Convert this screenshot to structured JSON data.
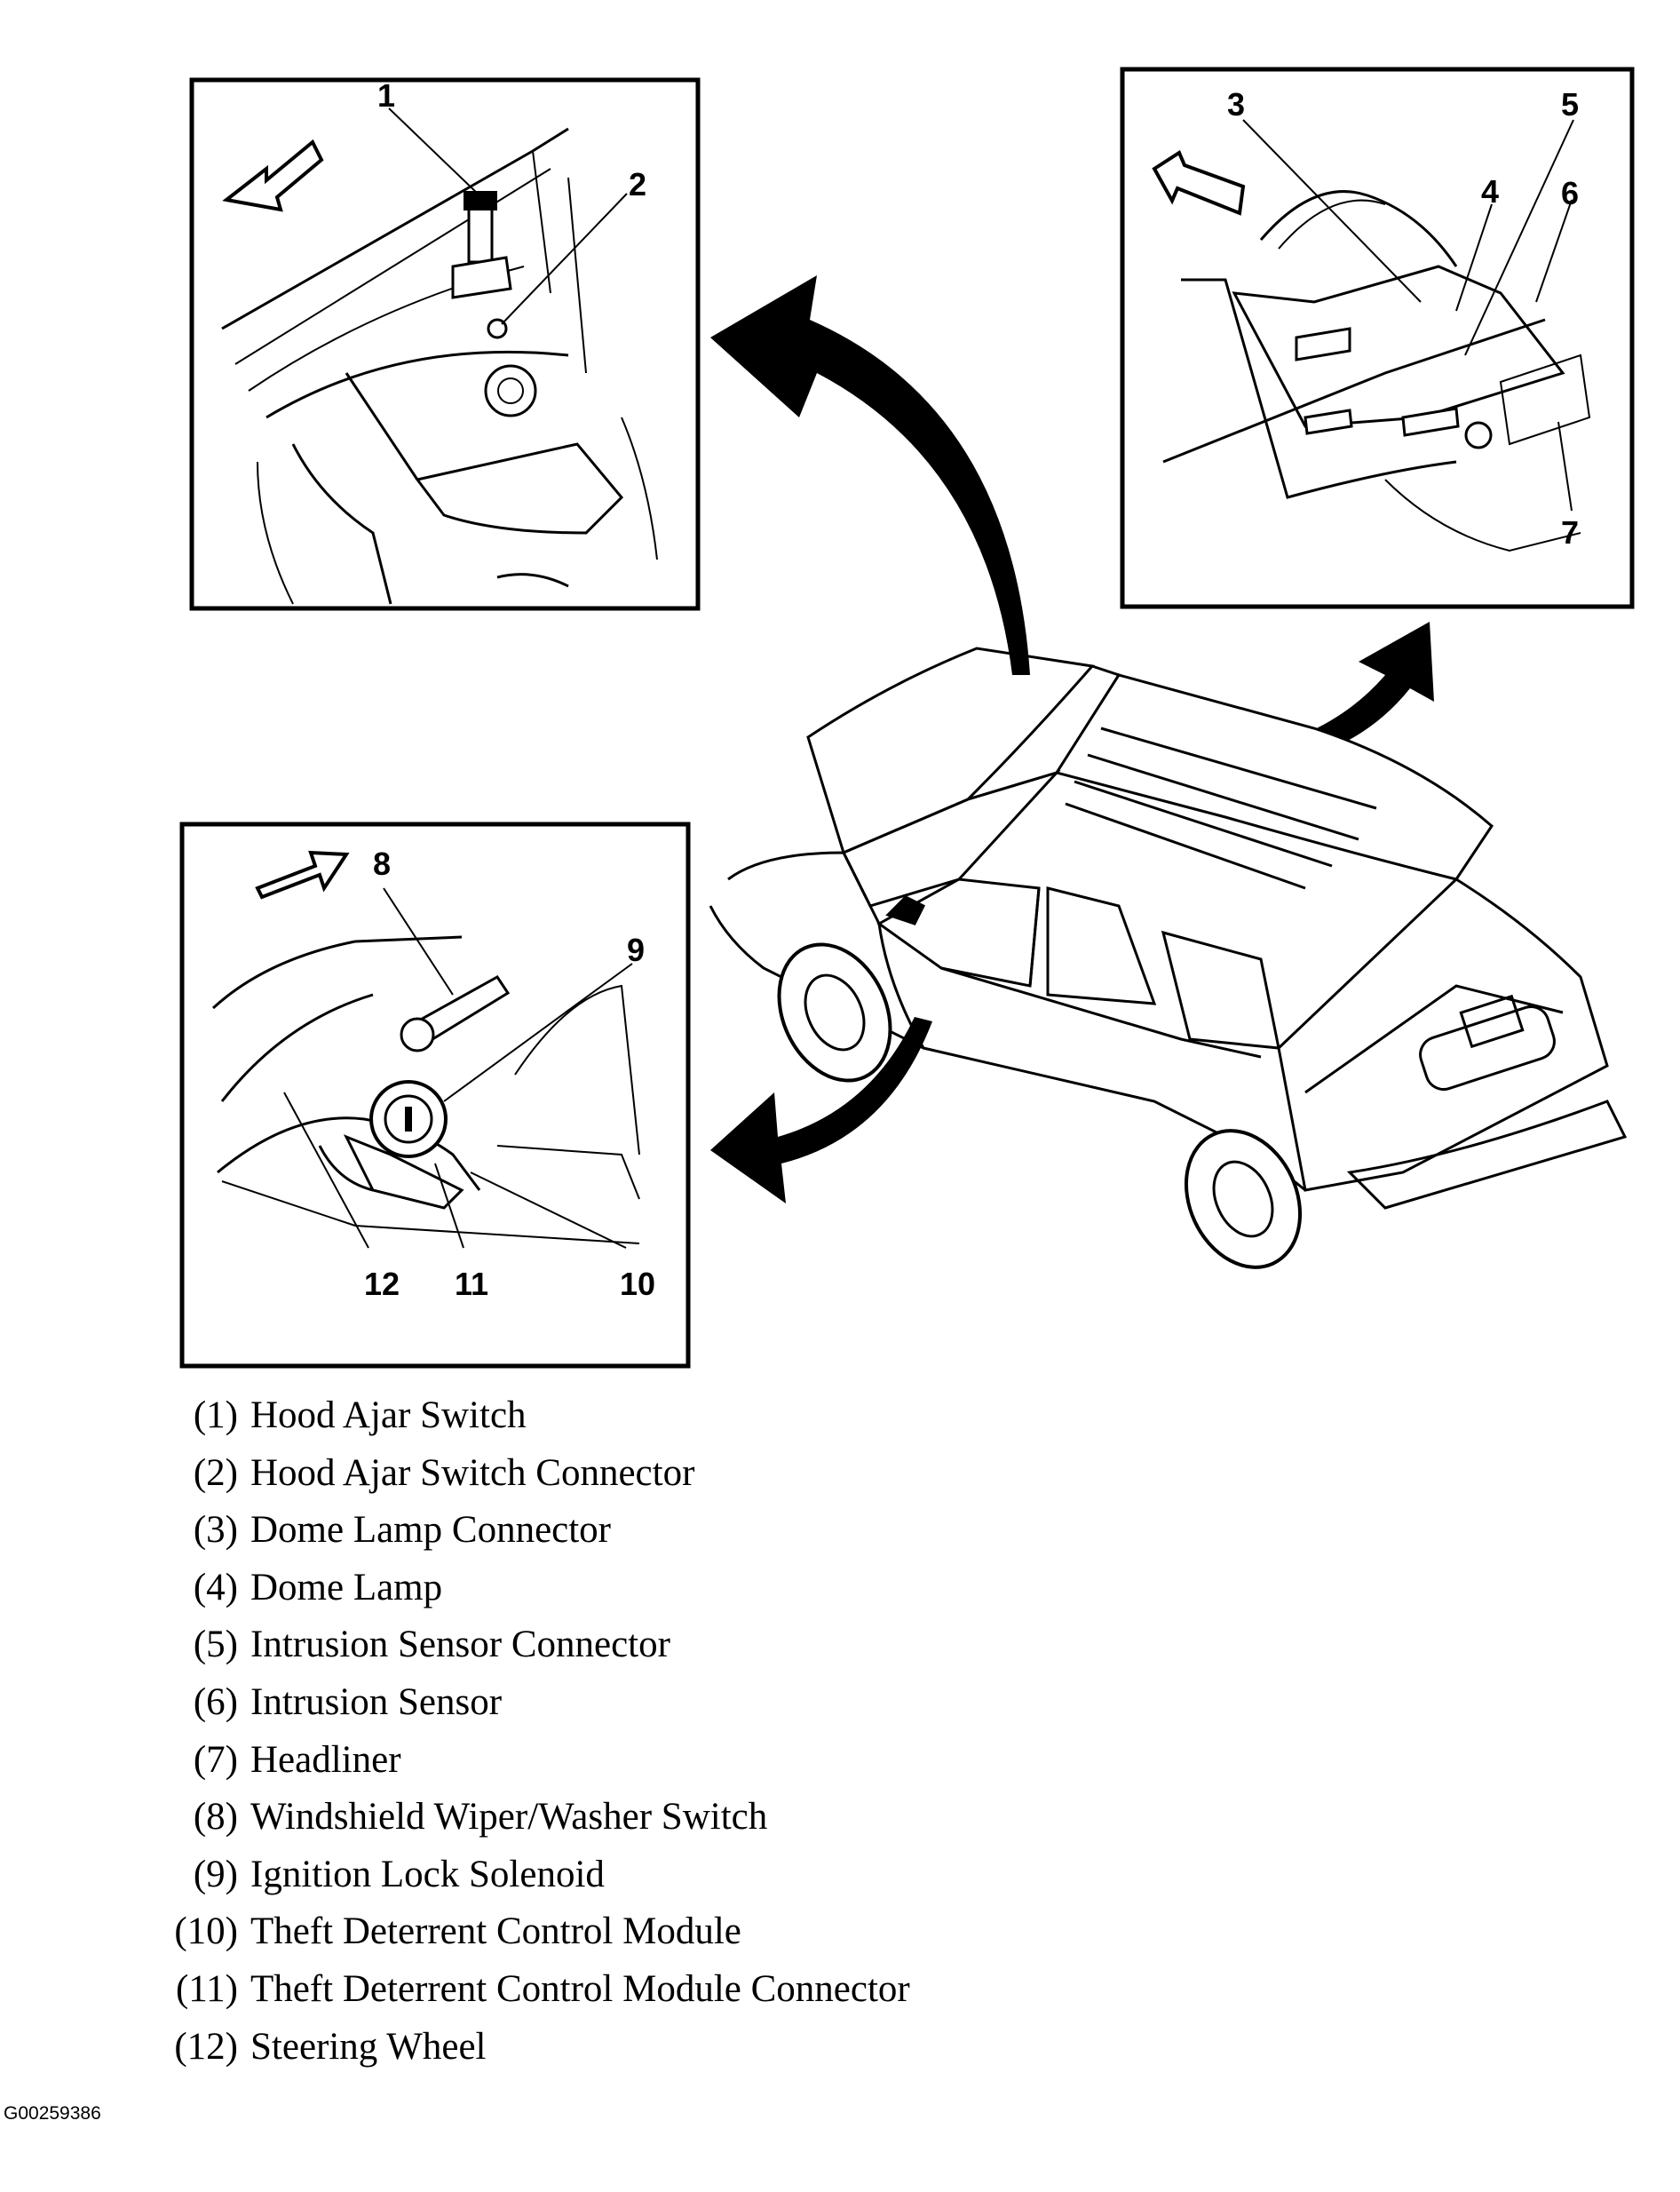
{
  "figure_id": "G00259386",
  "callouts": [
    "1",
    "2",
    "3",
    "4",
    "5",
    "6",
    "7",
    "8",
    "9",
    "10",
    "11",
    "12"
  ],
  "legend": [
    {
      "num": "(1)",
      "label": "Hood Ajar Switch"
    },
    {
      "num": "(2)",
      "label": "Hood Ajar Switch Connector"
    },
    {
      "num": "(3)",
      "label": "Dome Lamp Connector"
    },
    {
      "num": "(4)",
      "label": "Dome Lamp"
    },
    {
      "num": "(5)",
      "label": "Intrusion Sensor Connector"
    },
    {
      "num": "(6)",
      "label": "Intrusion Sensor"
    },
    {
      "num": "(7)",
      "label": "Headliner"
    },
    {
      "num": "(8)",
      "label": "Windshield Wiper/Washer Switch"
    },
    {
      "num": "(9)",
      "label": "Ignition Lock Solenoid"
    },
    {
      "num": "(10)",
      "label": "Theft Deterrent Control Module"
    },
    {
      "num": "(11)",
      "label": "Theft Deterrent Control Module Connector"
    },
    {
      "num": "(12)",
      "label": "Steering Wheel"
    }
  ],
  "colors": {
    "ink": "#000000",
    "paper": "#ffffff"
  }
}
